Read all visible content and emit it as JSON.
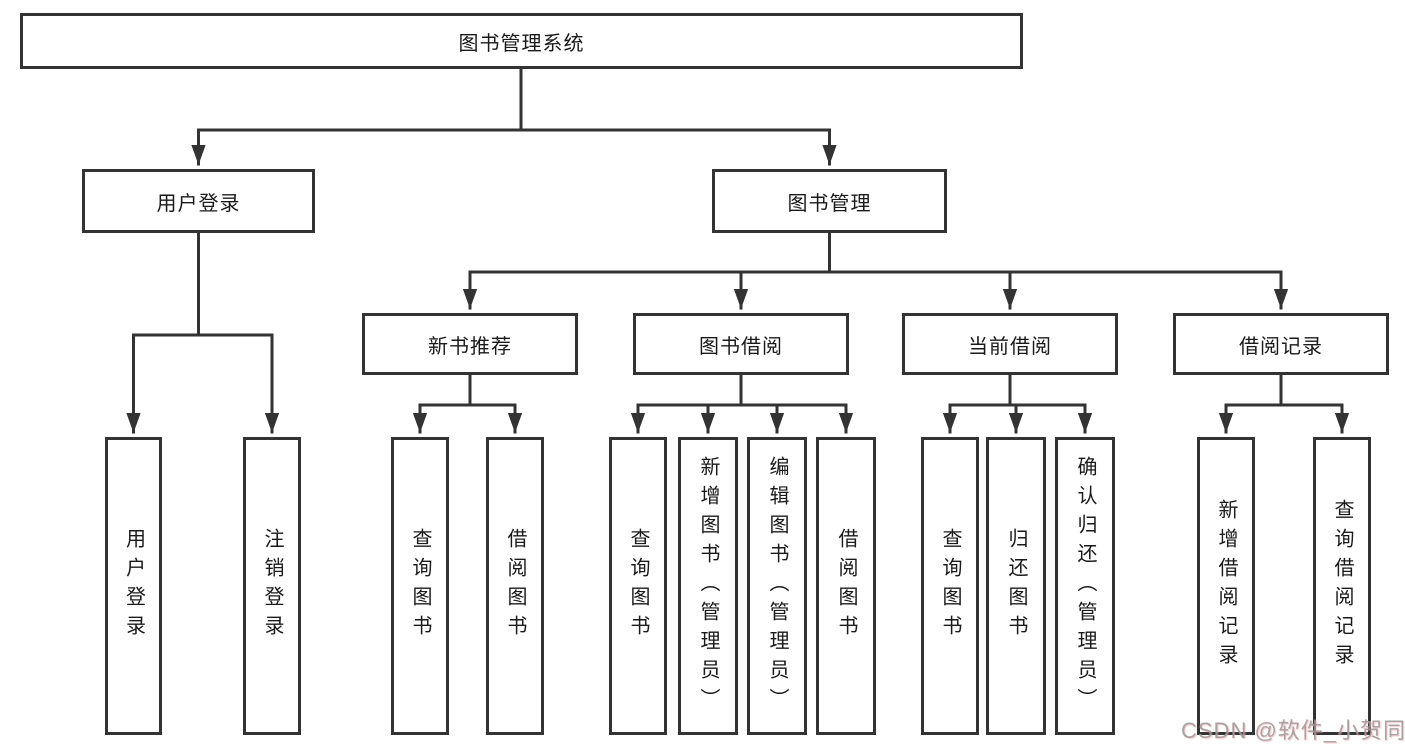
{
  "tree": {
    "root": {
      "label": "图书管理系统"
    },
    "branches": [
      {
        "label": "用户登录",
        "children": [
          {
            "label": "用户登录"
          },
          {
            "label": "注销登录"
          }
        ]
      },
      {
        "label": "图书管理",
        "sections": [
          {
            "label": "新书推荐",
            "children": [
              {
                "label": "查询图书"
              },
              {
                "label": "借阅图书"
              }
            ]
          },
          {
            "label": "图书借阅",
            "children": [
              {
                "label": "查询图书"
              },
              {
                "label": "新增图书（管理员）"
              },
              {
                "label": "编辑图书（管理员）"
              },
              {
                "label": "借阅图书"
              }
            ]
          },
          {
            "label": "当前借阅",
            "children": [
              {
                "label": "查询图书"
              },
              {
                "label": "归还图书"
              },
              {
                "label": "确认归还（管理员）"
              }
            ]
          },
          {
            "label": "借阅记录",
            "children": [
              {
                "label": "新增借阅记录"
              },
              {
                "label": "查询借阅记录"
              }
            ]
          }
        ]
      }
    ]
  },
  "watermark": {
    "text": "CSDN @软件_小贺同学"
  },
  "colors": {
    "line": "#333333",
    "box_border": "#333333",
    "text": "#1a1a1a",
    "watermark_gray": "#9c9696",
    "watermark_pink": "#eb9ba0",
    "background": "#ffffff"
  }
}
